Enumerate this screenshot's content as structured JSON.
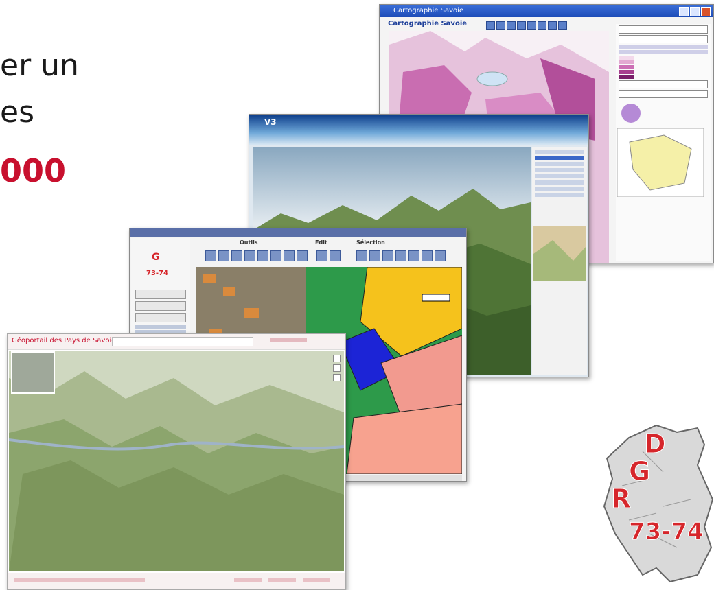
{
  "slide": {
    "line1": "er un",
    "line2": "es",
    "line3": "000"
  },
  "windows": {
    "cartographie": {
      "title": "Cartographie Savoie",
      "app_title": "Cartographie Savoie"
    },
    "viewer3d": {
      "logo_text": "V3"
    },
    "cadastre": {
      "group_tools": "Outils",
      "group_edit": "Edit",
      "group_selection": "Sélection"
    },
    "geoportail": {
      "title": "Géoportail des Pays de Savoie"
    }
  },
  "logo": {
    "text": "DGR 73-74",
    "colors": {
      "red": "#d6262b",
      "grey": "#d9d9d9"
    }
  },
  "colors": {
    "accent_red": "#c8102e",
    "window_blue": "#1d4cb8"
  }
}
